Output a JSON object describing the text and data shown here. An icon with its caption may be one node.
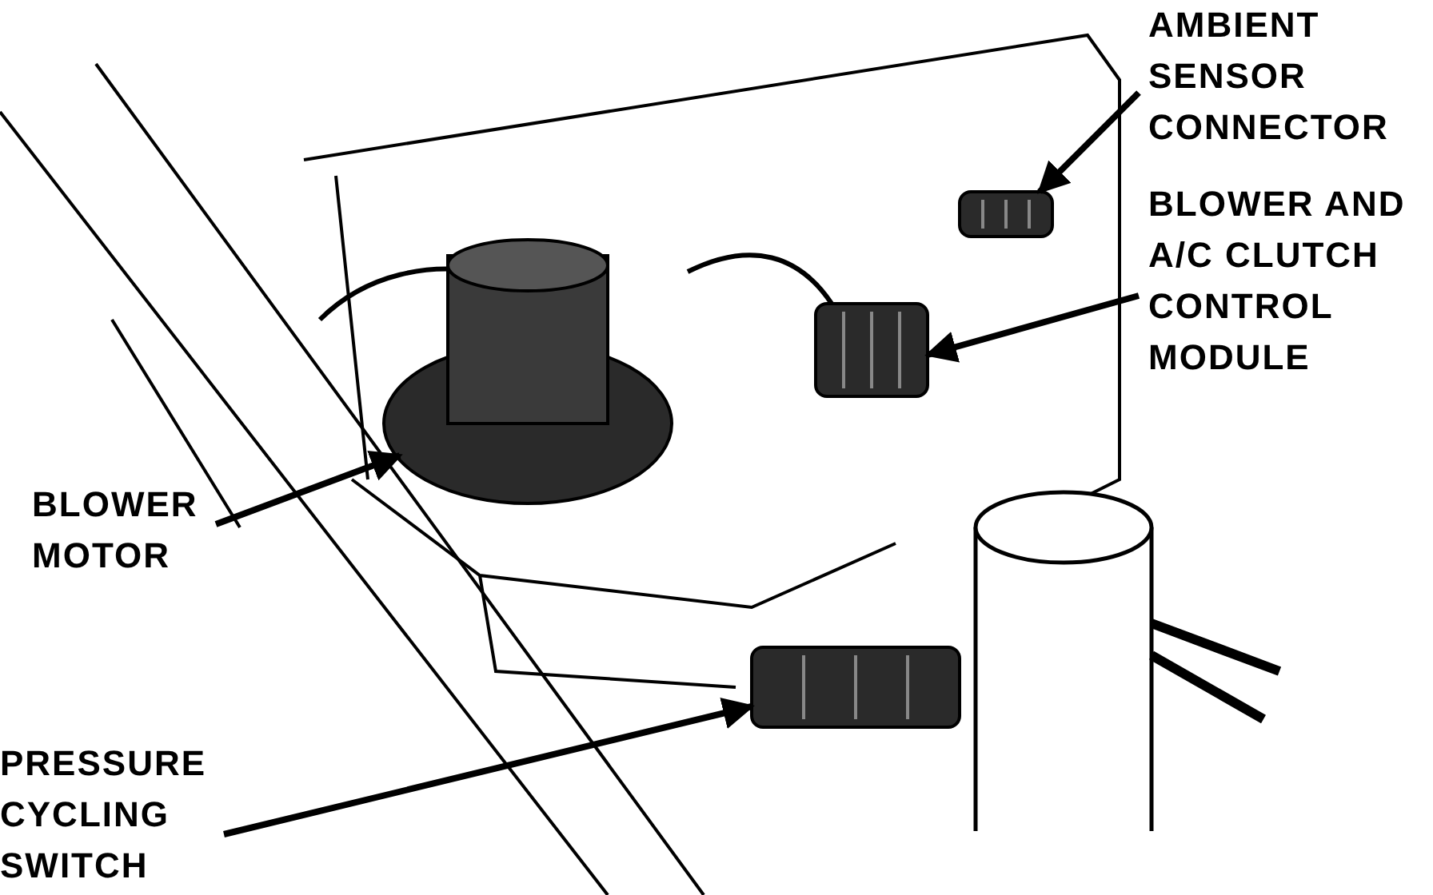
{
  "diagram": {
    "nodes": [
      {
        "text": [
          "AMBIENT SENSOR CONNECTOR"
        ]
      },
      {
        "text": [
          "BLOWER AND A/C CLUTCH CONTROL MODULE"
        ]
      },
      {
        "text": [
          "BLOWER MOTOR"
        ]
      },
      {
        "text": [
          "PRESSURE CYCLING SWITCH"
        ]
      },
      {
        "text": [],
        "shape": "box"
      },
      {
        "text": [],
        "shape": "box"
      },
      {
        "text": [],
        "shape": "cylinder"
      },
      {
        "text": [],
        "shape": "box"
      }
    ],
    "edges": [
      {
        "from": 0,
        "to": 4,
        "arrow": "to"
      },
      {
        "from": 1,
        "to": 5,
        "arrow": "to"
      },
      {
        "from": 2,
        "to": 6,
        "arrow": "to"
      },
      {
        "from": 3,
        "to": 7,
        "arrow": "to"
      }
    ]
  }
}
